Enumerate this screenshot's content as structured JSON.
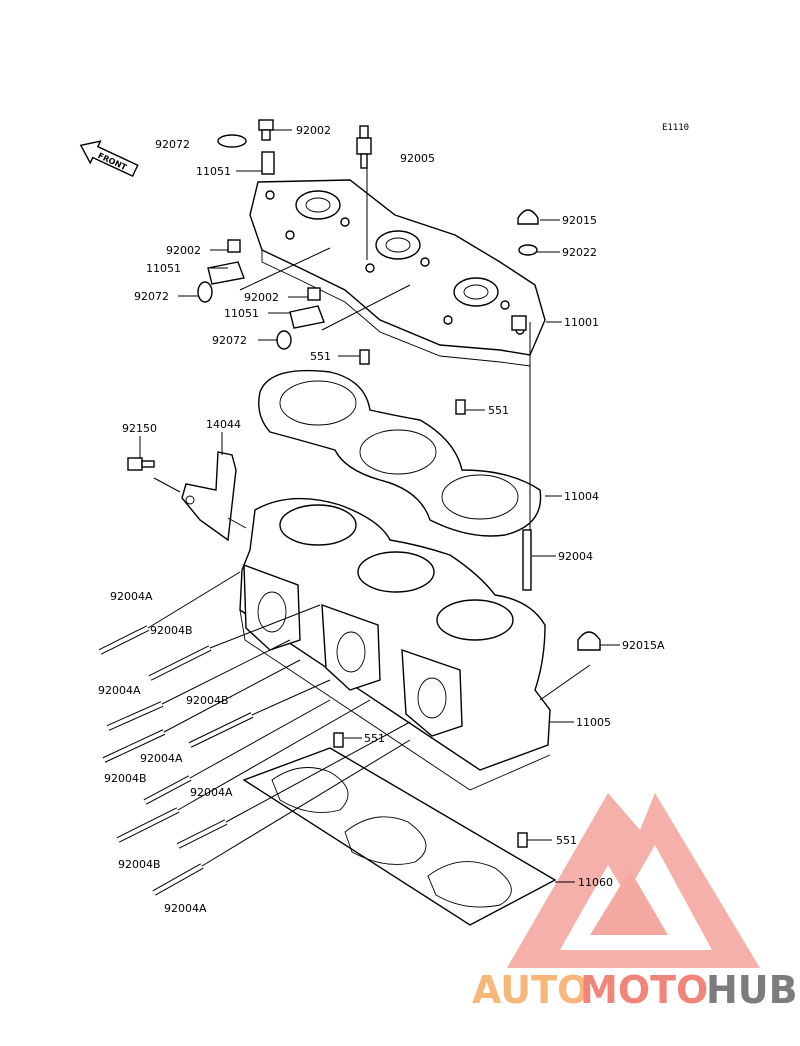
{
  "diagram": {
    "code": "E1110",
    "front_label": "FRONT",
    "labels": {
      "l92072a": "92072",
      "l92002a": "92002",
      "l11051a": "11051",
      "l92005": "92005",
      "l92015": "92015",
      "l92002b": "92002",
      "l92022": "92022",
      "l11051b": "11051",
      "l92072b": "92072",
      "l92002c": "92002",
      "l11051c": "11051",
      "l11001": "11001",
      "l92072c": "92072",
      "l551a": "551",
      "l551b": "551",
      "l92150": "92150",
      "l14044": "14044",
      "l11004": "11004",
      "l92004": "92004",
      "l92004A1": "92004A",
      "l92004B1": "92004B",
      "l92015A": "92015A",
      "l92004A2": "92004A",
      "l92004B2": "92004B",
      "l11005": "11005",
      "l551c": "551",
      "l92004B3": "92004B",
      "l92004A3": "92004A",
      "l92004A4": "92004A",
      "l551d": "551",
      "l92004B4": "92004B",
      "l11060": "11060",
      "l92004A5": "92004A"
    }
  },
  "watermark": {
    "part1": "AUTO",
    "part2": "MOTO",
    "part3": "HUB"
  }
}
